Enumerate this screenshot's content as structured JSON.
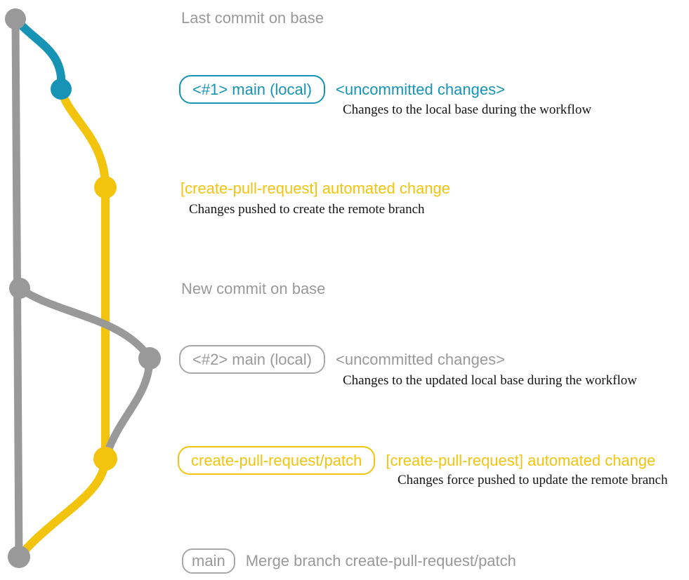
{
  "colors": {
    "gray": "#999999",
    "teal": "#1793b5",
    "gold": "#f2c40e",
    "ink": "#141414",
    "bg": "#ffffff"
  },
  "graph": {
    "nodes": [
      {
        "name": "last-commit-on-base",
        "color": "gray"
      },
      {
        "name": "main-local-1",
        "color": "teal"
      },
      {
        "name": "automated-change-1",
        "color": "gold"
      },
      {
        "name": "new-commit-on-base",
        "color": "gray"
      },
      {
        "name": "main-local-2",
        "color": "gray"
      },
      {
        "name": "automated-change-2",
        "color": "gold"
      },
      {
        "name": "merge-commit",
        "color": "gray"
      }
    ]
  },
  "labels": {
    "last_commit_caption": "Last commit on base",
    "new_commit_caption": "New commit on base",
    "section1": {
      "badge": "<#1> main (local)",
      "title": "<uncommitted changes>",
      "note": "Changes to the local base during the workflow"
    },
    "section2": {
      "title": "[create-pull-request] automated change",
      "note": "Changes pushed to create the remote branch"
    },
    "section3": {
      "badge": "<#2> main (local)",
      "title": "<uncommitted changes>",
      "note": "Changes to the updated local base during the workflow"
    },
    "section4": {
      "badge": "create-pull-request/patch",
      "title": "[create-pull-request] automated change",
      "note": "Changes force pushed to update the remote branch"
    },
    "section5": {
      "badge": "main",
      "title": "Merge branch create-pull-request/patch"
    }
  }
}
